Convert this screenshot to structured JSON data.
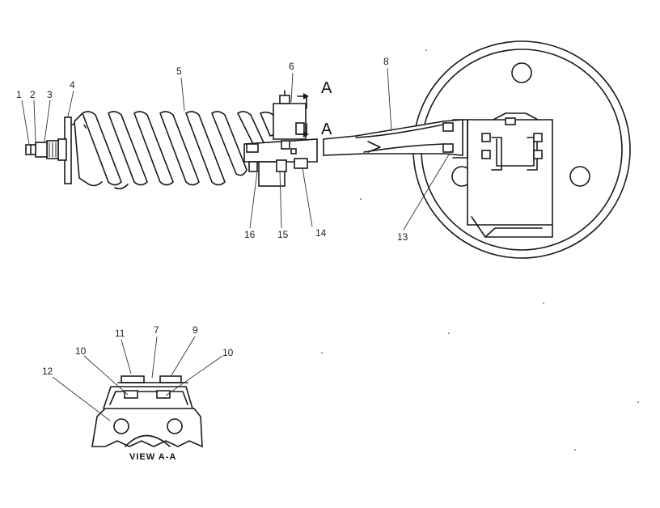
{
  "callouts": {
    "c1": "1",
    "c2": "2",
    "c3": "3",
    "c4": "4",
    "c5": "5",
    "c6": "6",
    "c8": "8",
    "c13": "13",
    "c14": "14",
    "c15": "15",
    "c16": "16",
    "c7": "7",
    "c9": "9",
    "c10a": "10",
    "c10b": "10",
    "c11": "11",
    "c12": "12"
  },
  "section_marks": {
    "upper": "A",
    "lower": "A"
  },
  "view_caption": "VIEW A-A"
}
